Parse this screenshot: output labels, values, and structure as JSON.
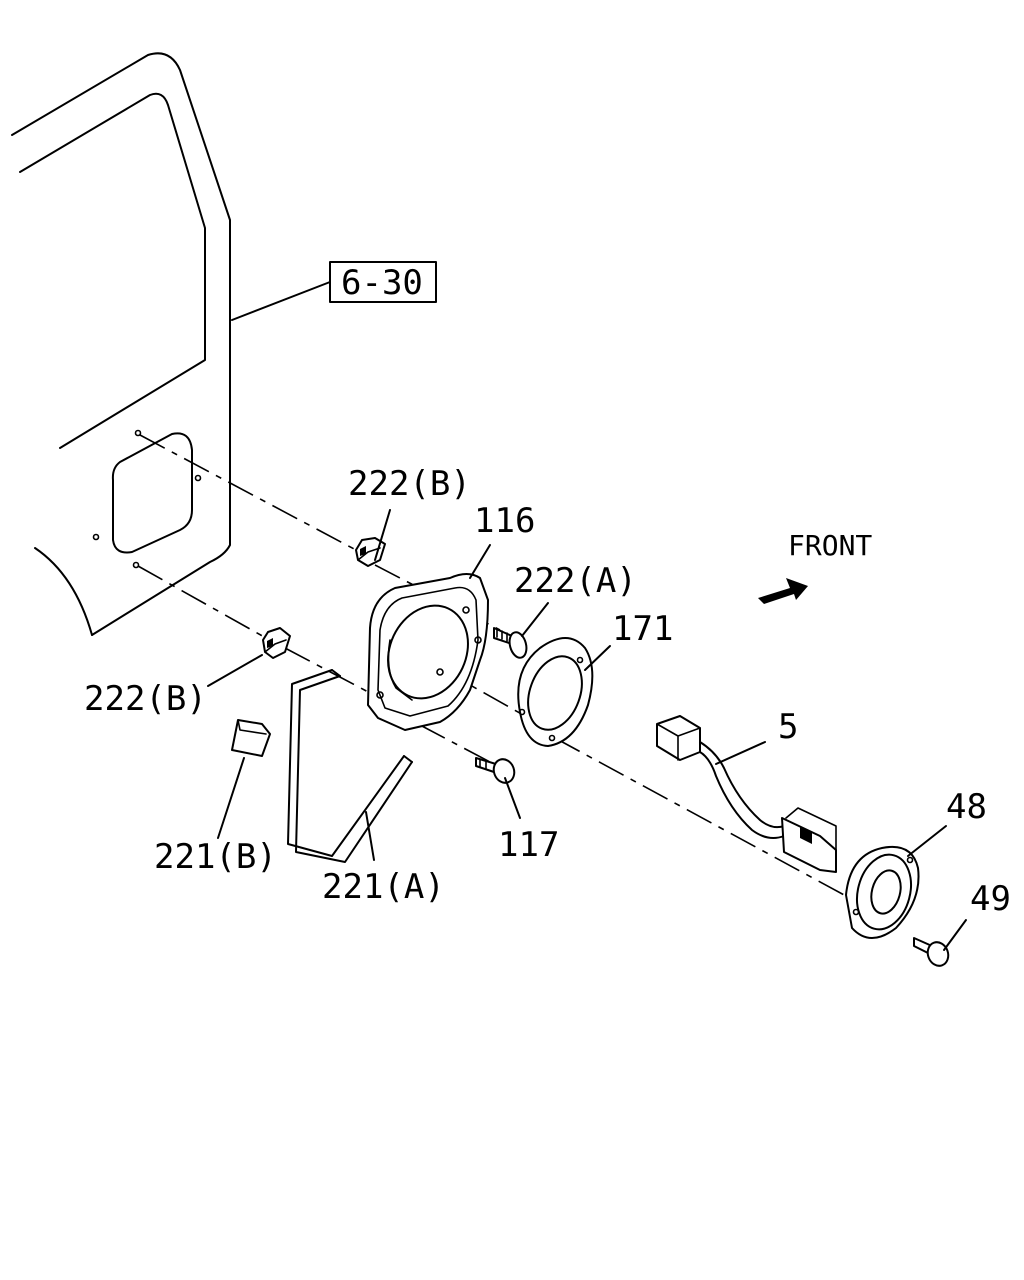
{
  "diagram": {
    "ref_box": "6-30",
    "direction_label": "FRONT",
    "labels": {
      "p222b_upper": "222(B)",
      "p116": "116",
      "p222a": "222(A)",
      "p171": "171",
      "p222b_lower": "222(B)",
      "p5": "5",
      "p48": "48",
      "p49": "49",
      "p117": "117",
      "p221b": "221(B)",
      "p221a": "221(A)"
    }
  }
}
